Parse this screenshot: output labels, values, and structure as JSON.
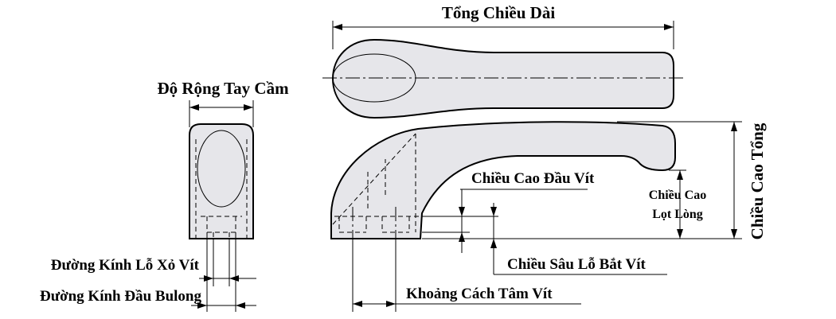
{
  "labels": {
    "overall_length": "Tổng Chiều Dài",
    "handle_width": "Độ Rộng Tay Cầm",
    "overall_height": "Chiều Cao Tổng",
    "screw_head_height": "Chiều Cao Đầu Vít",
    "grip_clearance_line1": "Chiều Cao",
    "grip_clearance_line2": "Lọt Lòng",
    "screw_hole_depth": "Chiều Sâu Lỗ Bắt Vít",
    "screw_center_distance": "Khoảng Cách Tâm Vít",
    "screw_hole_diameter": "Đường Kính Lỗ Xỏ Vít",
    "bolt_head_diameter": "Đường Kính Đầu Bulong"
  },
  "colors": {
    "part_fill": "#e6e6ea",
    "line": "#000000"
  }
}
